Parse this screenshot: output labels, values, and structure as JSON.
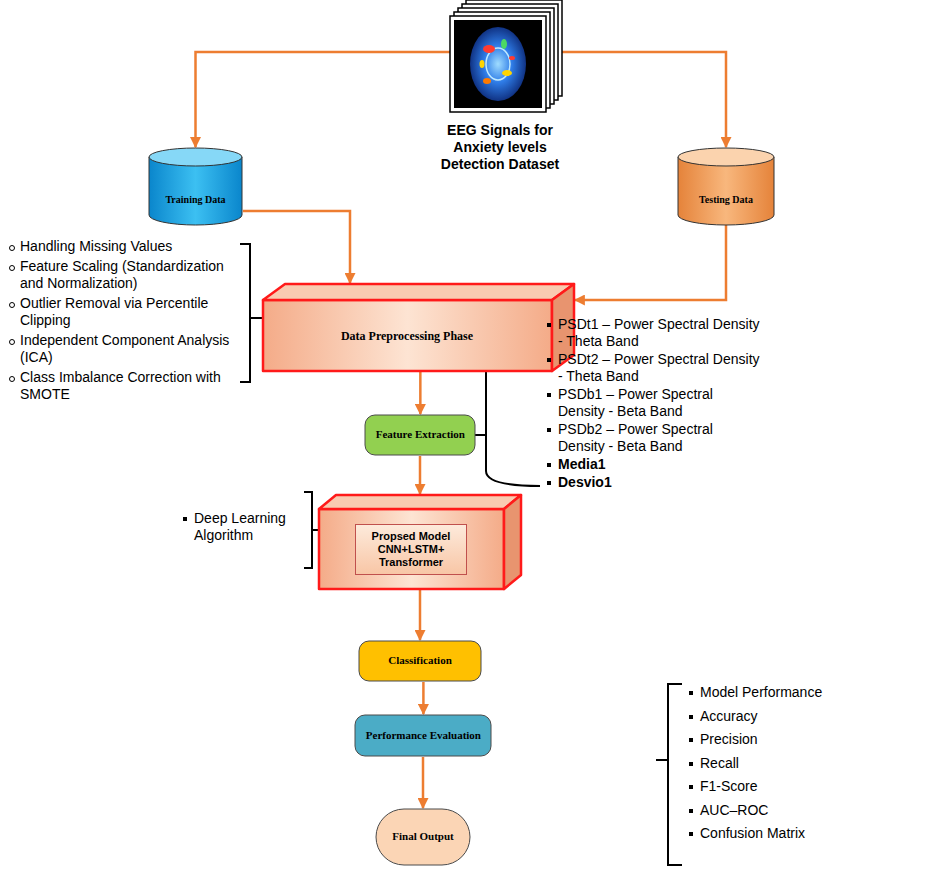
{
  "diagram": {
    "nodes": [
      {
        "text": [
          "EEG Signals for Anxiety levels Detection Dataset"
        ]
      },
      {
        "text": [
          "Training Data"
        ]
      },
      {
        "text": [
          "Testing Data"
        ]
      },
      {
        "text": [
          "Data Preprocessing Phase"
        ]
      },
      {
        "text": [
          "Feature Extraction"
        ]
      },
      {
        "text": [
          "Propsed Model CNN+LSTM+ Transformer"
        ]
      },
      {
        "text": [
          "Classification"
        ]
      },
      {
        "text": [
          "Performance Evaluation"
        ]
      },
      {
        "text": [
          "Final Output"
        ]
      }
    ],
    "edges": [
      {
        "from": 0,
        "to": 1,
        "arrow": "to"
      },
      {
        "from": 0,
        "to": 2,
        "arrow": "to"
      },
      {
        "from": 1,
        "to": 3,
        "arrow": "to"
      },
      {
        "from": 2,
        "to": 3,
        "arrow": "to"
      },
      {
        "from": 3,
        "to": 4,
        "arrow": "to"
      },
      {
        "from": 4,
        "to": 5,
        "arrow": "to"
      },
      {
        "from": 5,
        "to": 6,
        "arrow": "to"
      },
      {
        "from": 6,
        "to": 7,
        "arrow": "to"
      },
      {
        "from": 7,
        "to": 8,
        "arrow": "to"
      }
    ],
    "labels": [
      "Handling Missing Values",
      "Feature Scaling (Standardization and Normalization)",
      "Outlier Removal via Percentile Clipping",
      "Independent Component Analysis (ICA)",
      "Class Imbalance Correction with SMOTE",
      "Deep Learning Algorithm",
      "PSDt1 – Power Spectral Density - Theta Band",
      "PSDt2 – Power Spectral Density - Theta Band",
      "PSDb1 – Power Spectral Density - Beta Band",
      "PSDb2 – Power Spectral Density - Beta Band",
      "Media1",
      "Desvio1",
      "Model Performance",
      "Accuracy",
      "Precision",
      "Recall",
      "F1-Score",
      "AUC–ROC",
      "Confusion Matrix"
    ]
  }
}
